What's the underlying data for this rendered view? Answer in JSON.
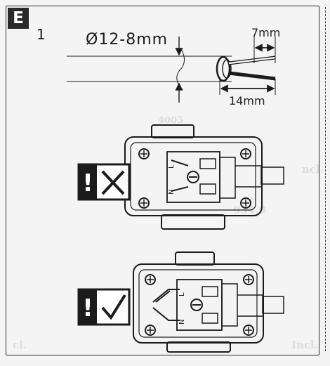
{
  "panel": {
    "badge": "E",
    "step_number": "1",
    "cable_diameter": "Ø12-8mm",
    "strip_length_short": "7mm",
    "strip_length_long": "14mm"
  },
  "wrong_example": {
    "icon": "cross-mark-icon",
    "terminal_labels": [
      "L",
      "N"
    ]
  },
  "correct_example": {
    "icon": "check-mark-icon",
    "terminal_labels": [
      "L",
      "N"
    ]
  },
  "colors": {
    "ink": "#1b1b1b",
    "badge_bg": "#2a2a2a",
    "paper": "#f4f4f4"
  }
}
